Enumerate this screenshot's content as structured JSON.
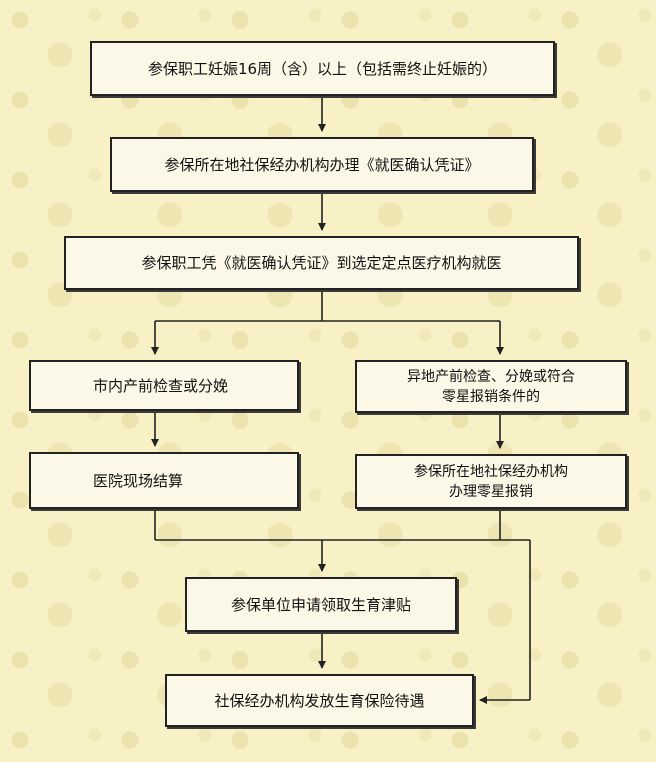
{
  "flow": {
    "step1": "参保职工妊娠16周（含）以上（包括需终止妊娠的）",
    "step2": "参保所在地社保经办机构办理《就医确认凭证》",
    "step3": "参保职工凭《就医确认凭证》到选定定点医疗机构就医",
    "local_branch": {
      "check": "市内产前检查或分娩",
      "settle": "医院现场结算"
    },
    "remote_branch": {
      "check_line1": "异地产前检查、分娩或符合",
      "check_line2": "零星报销条件的",
      "reimburse_line1": "参保所在地社保经办机构",
      "reimburse_line2": "办理零星报销"
    },
    "apply": "参保单位申请领取生育津贴",
    "payout": "社保经办机构发放生育保险待遇"
  },
  "colors": {
    "background": "#f8f1c6",
    "box_fill": "#fbf8e7",
    "line": "#222222"
  }
}
